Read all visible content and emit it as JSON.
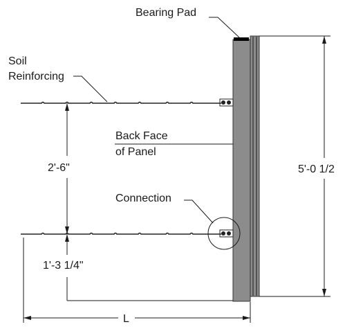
{
  "labels": {
    "bearing_pad": "Bearing Pad",
    "soil_reinforcing_line1": "Soil",
    "soil_reinforcing_line2": "Reinforcing",
    "back_face_line1": "Back Face",
    "back_face_line2": "of Panel",
    "connection": "Connection"
  },
  "dimensions": {
    "reinforcing_spacing": "2'-6\"",
    "bottom_offset": "1'-3 1/4\"",
    "panel_height": "5'-0 1/2",
    "reinforcing_length": "L"
  },
  "colors": {
    "panel_fill": "#8c8c8c",
    "bearing_pad": "#000000",
    "line": "#1a1a1a"
  }
}
